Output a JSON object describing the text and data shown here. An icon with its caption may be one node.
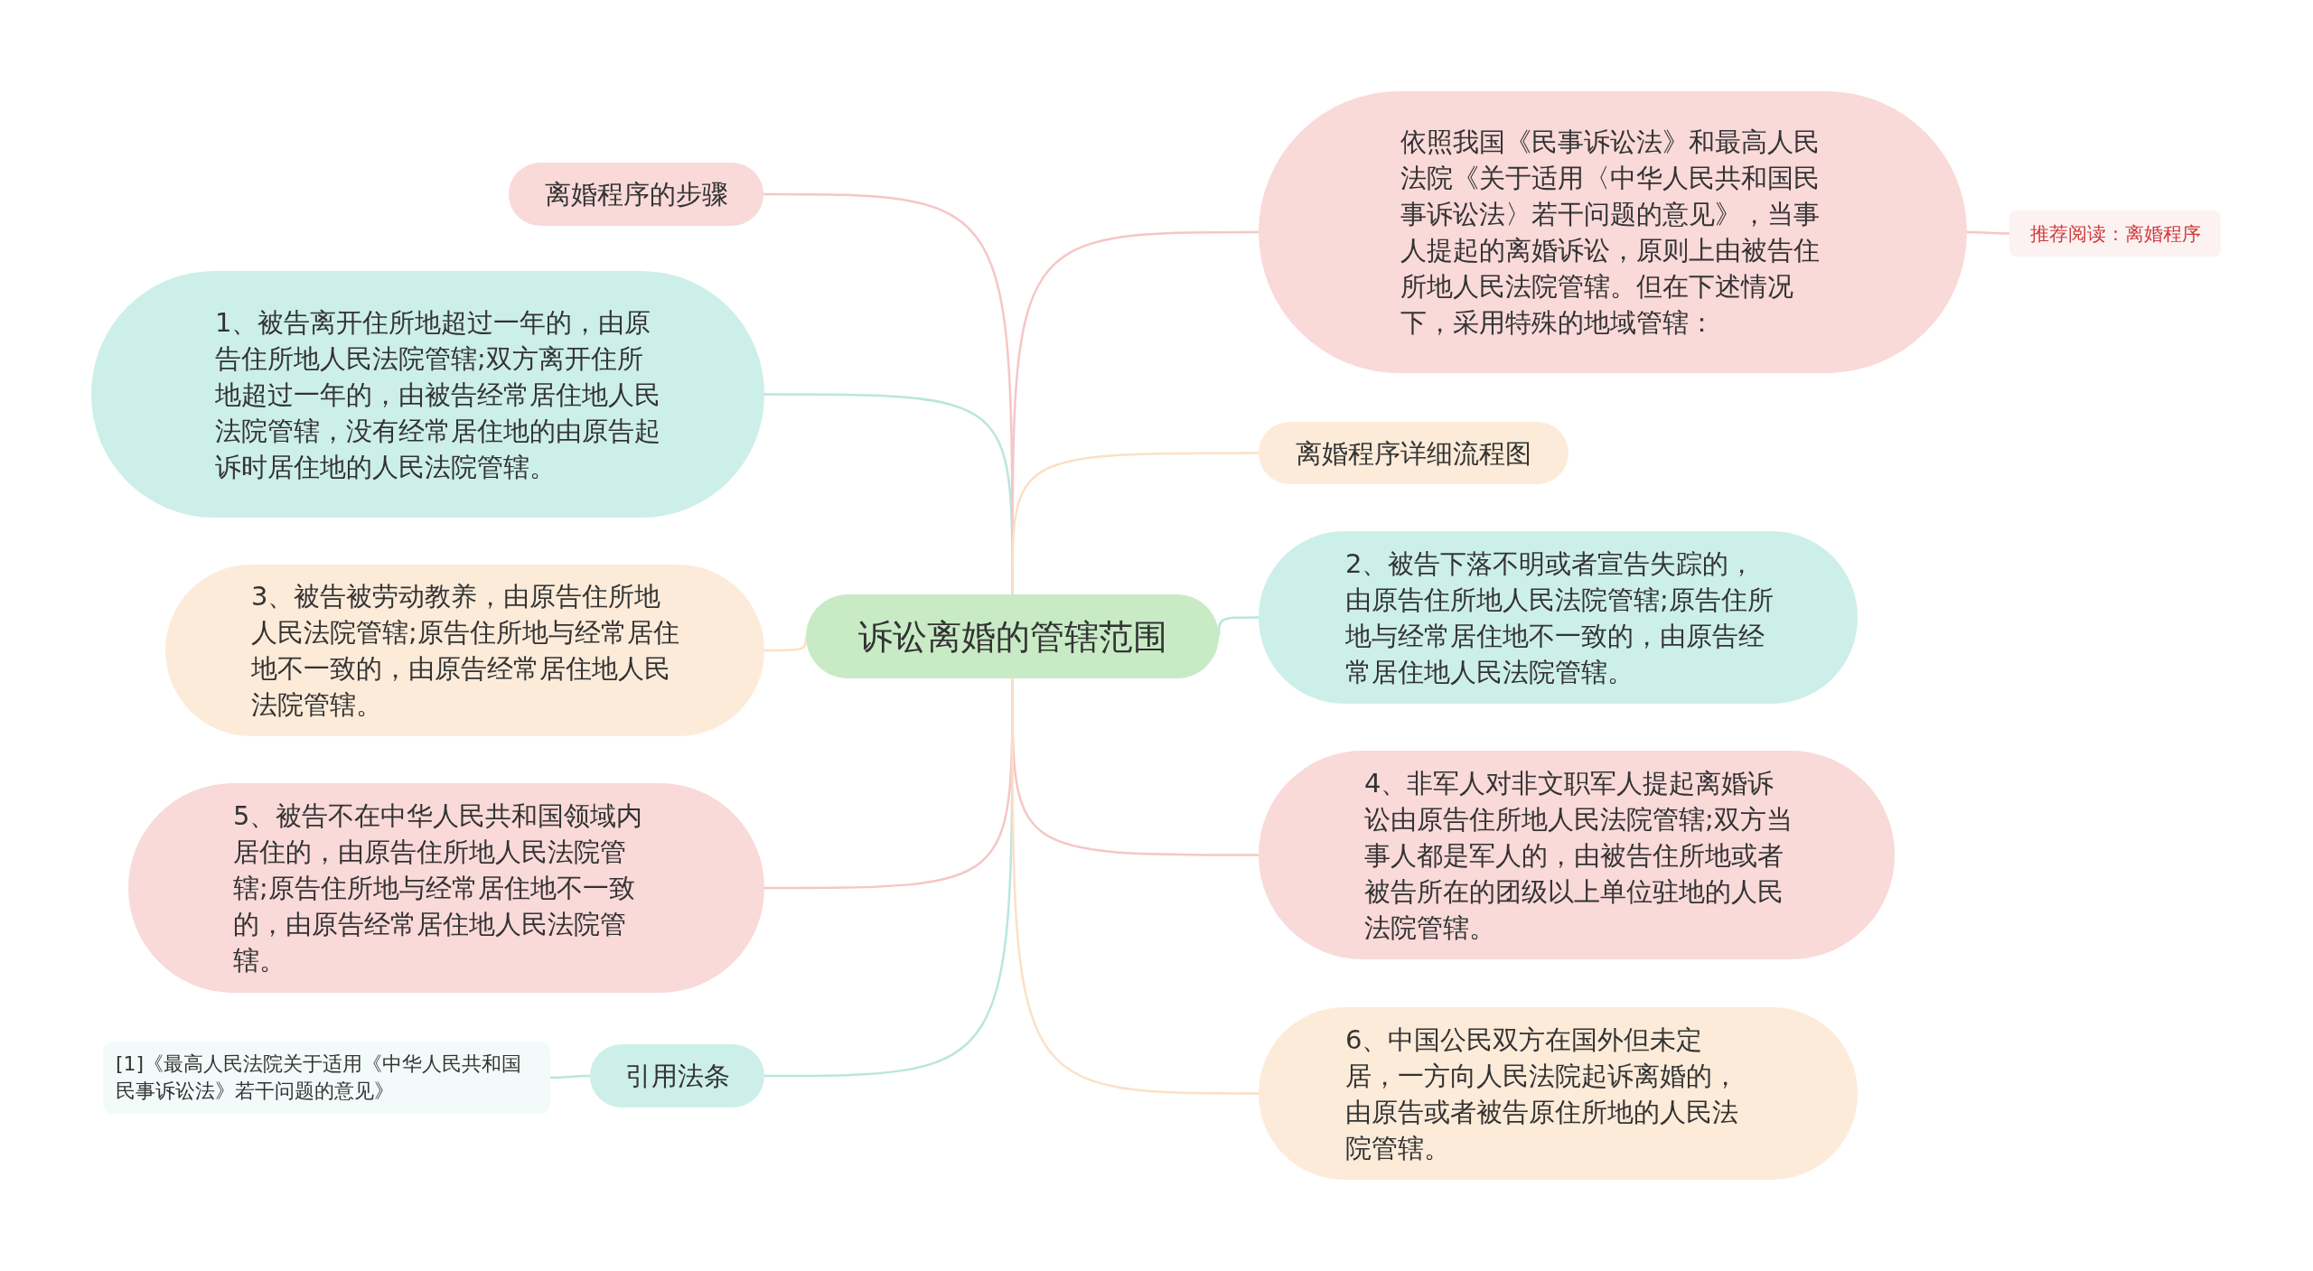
{
  "diagram": {
    "nodes": [
      {
        "text": [
          "诉讼离婚的管辖范围"
        ]
      },
      {
        "text": [
          "离婚程序的步骤"
        ]
      },
      {
        "text": [
          "1、被告离开住所地超过一年的，由原告住所地人民法院管辖;双方离开住所地超过一年的，由被告经常居住地人民法院管辖，没有经常居住地的由原告起诉时居住地的人民法院管辖。"
        ]
      },
      {
        "text": [
          "3、被告被劳动教养，由原告住所地人民法院管辖;原告住所地与经常居住地不一致的，由原告经常居住地人民法院管辖。"
        ]
      },
      {
        "text": [
          "5、被告不在中华人民共和国领域内居住的，由原告住所地人民法院管辖;原告住所地与经常居住地不一致的，由原告经常居住地人民法院管辖。"
        ]
      },
      {
        "text": [
          "引用法条"
        ]
      },
      {
        "text": [
          "[1]《最高人民法院关于适用《中华人民共和国民事诉讼法》若干问题的意见》"
        ]
      },
      {
        "text": [
          "依照我国《民事诉讼法》和最高人民法院《关于适用〈中华人民共和国民事诉讼法〉若干问题的意见》，当事人提起的离婚诉讼，原则上由被告住所地人民法院管辖。但在下述情况下，采用特殊的地域管辖："
        ]
      },
      {
        "text": [
          "推荐阅读：离婚程序"
        ]
      },
      {
        "text": [
          "离婚程序详细流程图"
        ]
      },
      {
        "text": [
          "2、被告下落不明或者宣告失踪的，由原告住所地人民法院管辖;原告住所地与经常居住地不一致的，由原告经常居住地人民法院管辖。"
        ]
      },
      {
        "text": [
          "4、非军人对非文职军人提起离婚诉讼由原告住所地人民法院管辖;双方当事人都是军人的，由被告住所地或者被告所在的团级以上单位驻地的人民法院管辖。"
        ]
      },
      {
        "text": [
          "6、中国公民双方在国外但未定居，一方向人民法院起诉离婚的，由原告或者被告原住所地的人民法院管辖。"
        ]
      }
    ],
    "edges": [
      {
        "from": 0,
        "to": 1,
        "arrow": "none"
      },
      {
        "from": 0,
        "to": 2,
        "arrow": "none",
        "color": "#b9e6df"
      },
      {
        "from": 0,
        "to": 3,
        "arrow": "none",
        "color": "#fbe0c6"
      },
      {
        "from": 0,
        "to": 4,
        "arrow": "none"
      },
      {
        "from": 0,
        "to": 5,
        "arrow": "none",
        "color": "#b9e6df"
      },
      {
        "from": 5,
        "to": 6,
        "arrow": "none",
        "color": "#b9e6df"
      },
      {
        "from": 0,
        "to": 7,
        "arrow": "none"
      },
      {
        "from": 7,
        "to": 8,
        "arrow": "none"
      },
      {
        "from": 0,
        "to": 9,
        "arrow": "none",
        "color": "#fbe0c6"
      },
      {
        "from": 0,
        "to": 10,
        "arrow": "none",
        "color": "#b9e6df"
      },
      {
        "from": 0,
        "to": 11,
        "arrow": "none"
      },
      {
        "from": 0,
        "to": 12,
        "arrow": "none",
        "color": "#fbe0c6"
      }
    ]
  }
}
